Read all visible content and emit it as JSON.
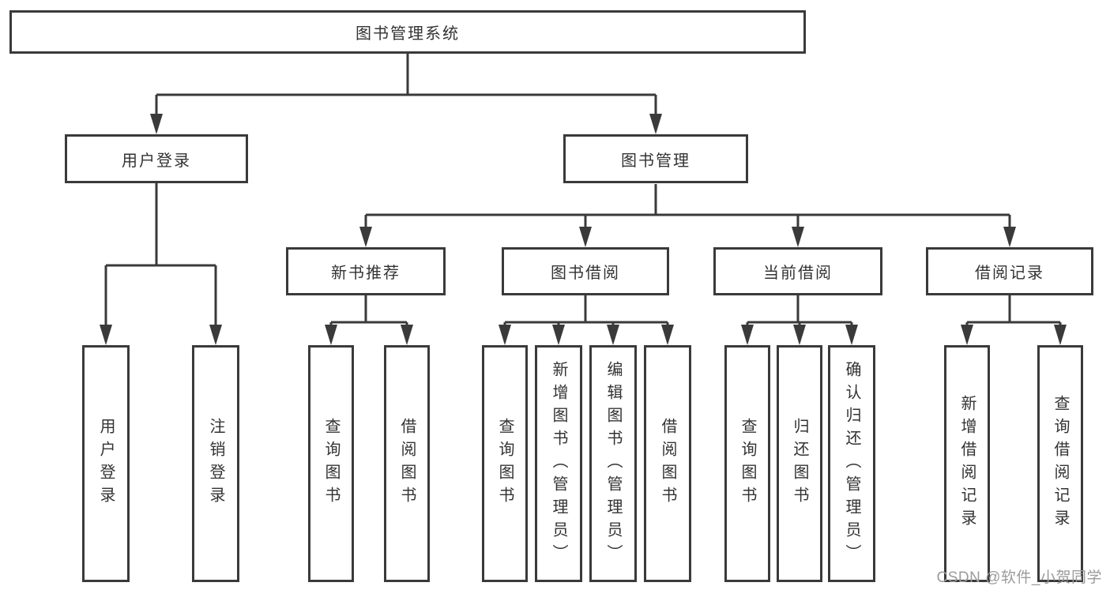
{
  "diagram": {
    "root": "图书管理系统",
    "user_login": {
      "label": "用户登录",
      "leaves": [
        "用户登录",
        "注销登录"
      ]
    },
    "book_mgmt": {
      "label": "图书管理",
      "sections": [
        {
          "label": "新书推荐",
          "leaves": [
            "查询图书",
            "借阅图书"
          ]
        },
        {
          "label": "图书借阅",
          "leaves": [
            "查询图书",
            "新增图书（管理员）",
            "编辑图书（管理员）",
            "借阅图书"
          ]
        },
        {
          "label": "当前借阅",
          "leaves": [
            "查询图书",
            "归还图书",
            "确认归还（管理员）"
          ]
        },
        {
          "label": "借阅记录",
          "leaves": [
            "新增借阅记录",
            "查询借阅记录"
          ]
        }
      ]
    }
  },
  "watermark": "CSDN @软件_小贺同学",
  "colors": {
    "line": "#3a3a3a",
    "text": "#333333",
    "watermark": "#9b9b9b",
    "background": "#ffffff"
  }
}
